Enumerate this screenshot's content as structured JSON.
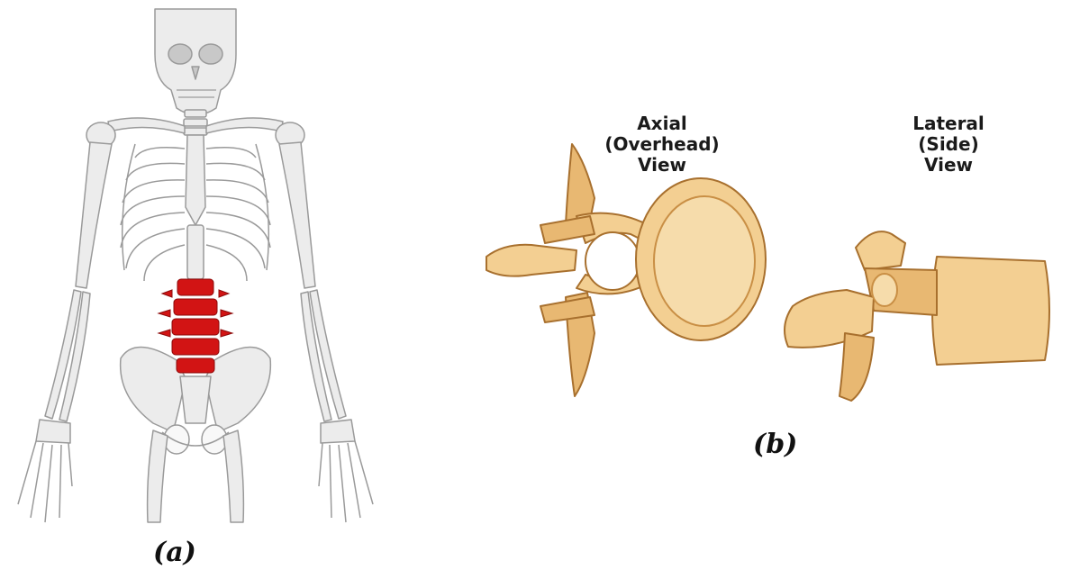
{
  "figure": {
    "captions": {
      "a": "(a)",
      "b": "(b)"
    },
    "views": {
      "axial": {
        "lines": [
          "Axial",
          "(Overhead)",
          "View"
        ]
      },
      "lateral": {
        "lines": [
          "Lateral",
          "(Side)",
          "View"
        ]
      }
    },
    "colors": {
      "bone_gray": "#e8e8e8",
      "bone_outline": "#9a9a9a",
      "highlight_red": "#d21414",
      "vertebra_fill": "#f3cf92",
      "vertebra_shade": "#c98f45",
      "vertebra_outline": "#a8702e"
    }
  }
}
